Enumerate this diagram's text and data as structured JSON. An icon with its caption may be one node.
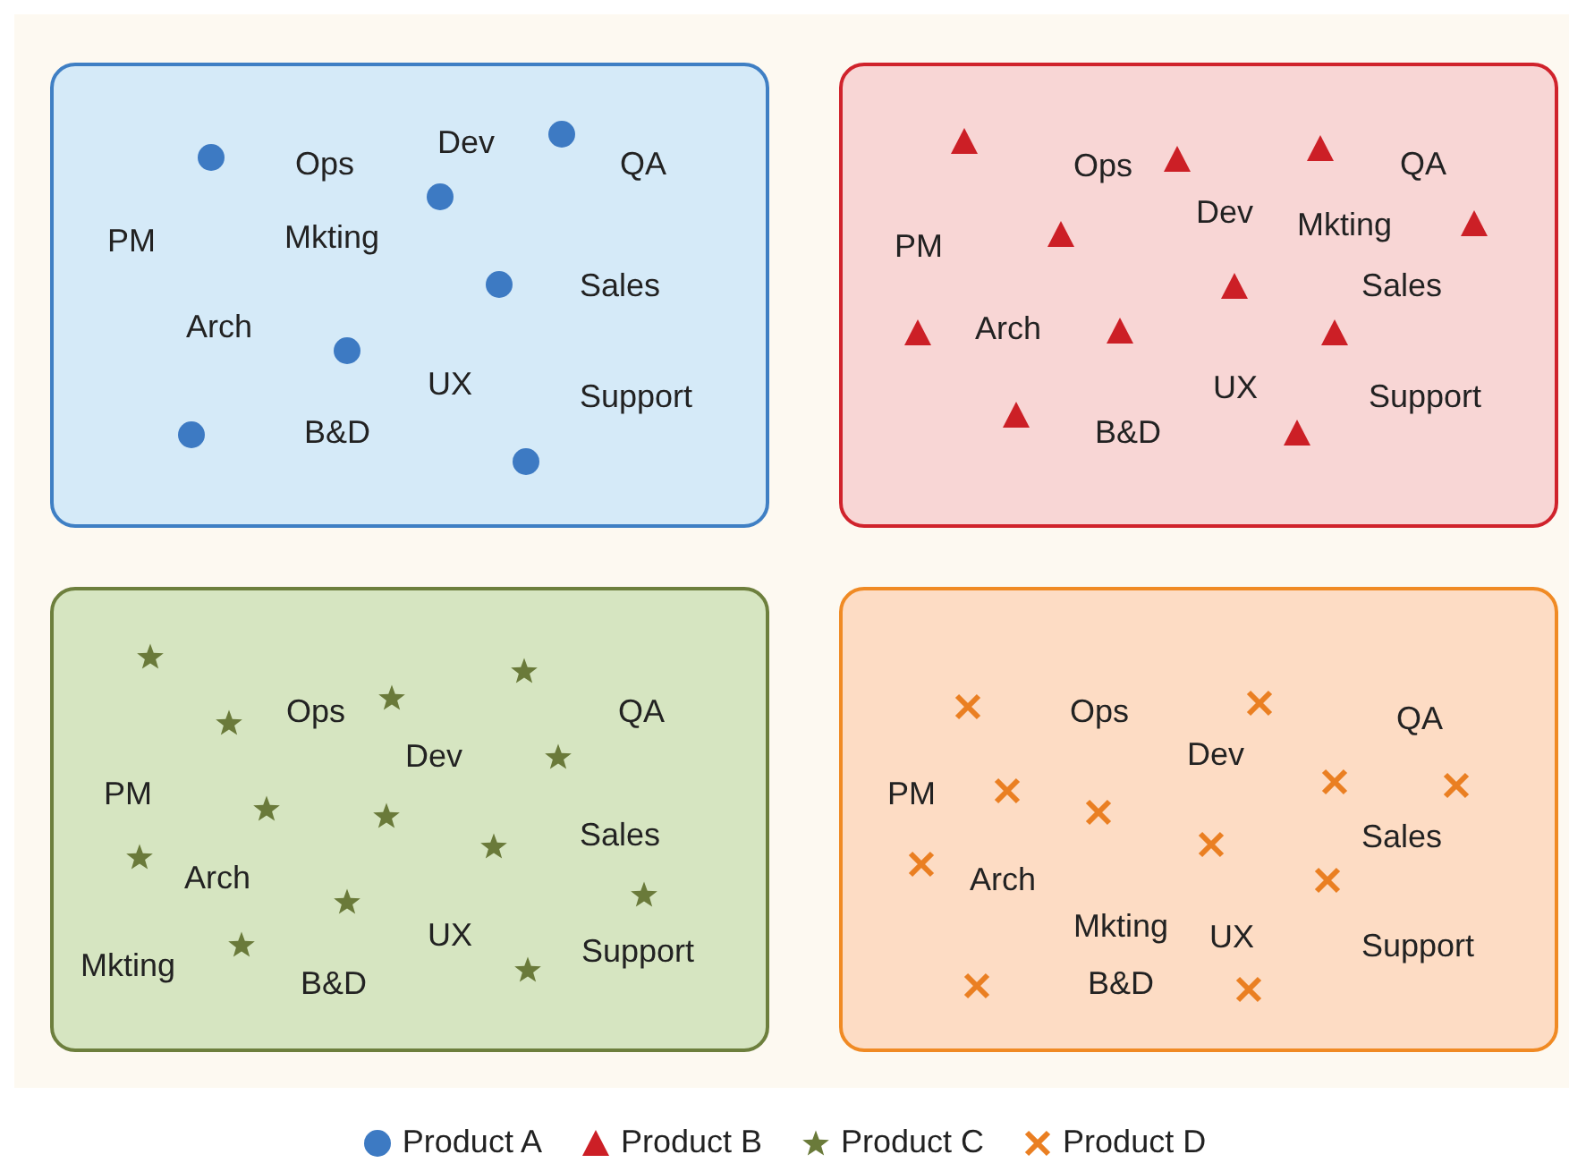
{
  "diagram": {
    "nodes": [
      {
        "text": [
          "Ops",
          "Dev",
          "QA",
          "PM",
          "Mkting",
          "Sales",
          "Arch",
          "UX",
          "Support",
          "B&D"
        ]
      },
      {
        "text": [
          "Ops",
          "Dev",
          "QA",
          "PM",
          "Mkting",
          "Sales",
          "Arch",
          "UX",
          "Support",
          "B&D"
        ]
      },
      {
        "text": [
          "Ops",
          "Dev",
          "QA",
          "PM",
          "Sales",
          "Arch",
          "UX",
          "Support",
          "Mkting",
          "B&D"
        ]
      },
      {
        "text": [
          "Ops",
          "Dev",
          "QA",
          "PM",
          "Sales",
          "Arch",
          "Mkting",
          "UX",
          "Support",
          "B&D"
        ]
      }
    ],
    "edges": [],
    "legend": [
      {
        "text": "Product A"
      },
      {
        "text": "Product B"
      },
      {
        "text": "Product C"
      },
      {
        "text": "Product D"
      }
    ]
  }
}
